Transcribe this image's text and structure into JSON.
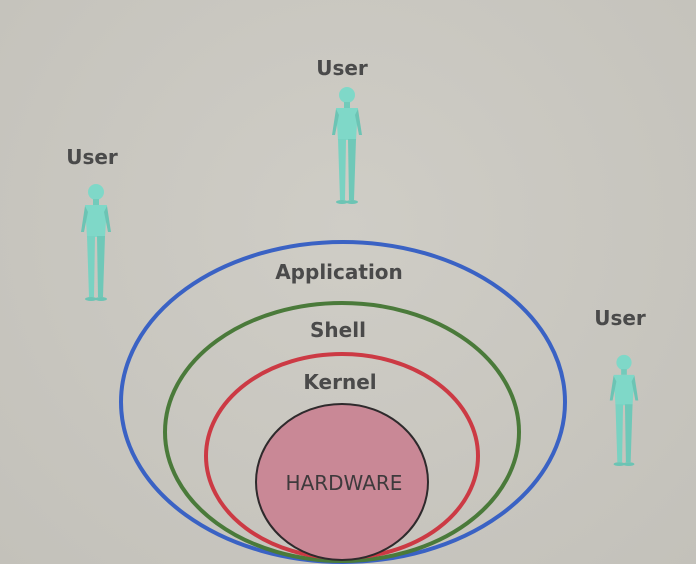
{
  "layers": {
    "application": "Application",
    "shell": "Shell",
    "kernel": "Kernel",
    "hardware": "HARDWARE"
  },
  "users": [
    "User",
    "User",
    "User"
  ],
  "colors": {
    "application": "#3a62c4",
    "shell": "#4a7a3a",
    "kernel": "#cc3a44",
    "hardware_fill": "#c98896",
    "figure": "#7fd8c8"
  }
}
